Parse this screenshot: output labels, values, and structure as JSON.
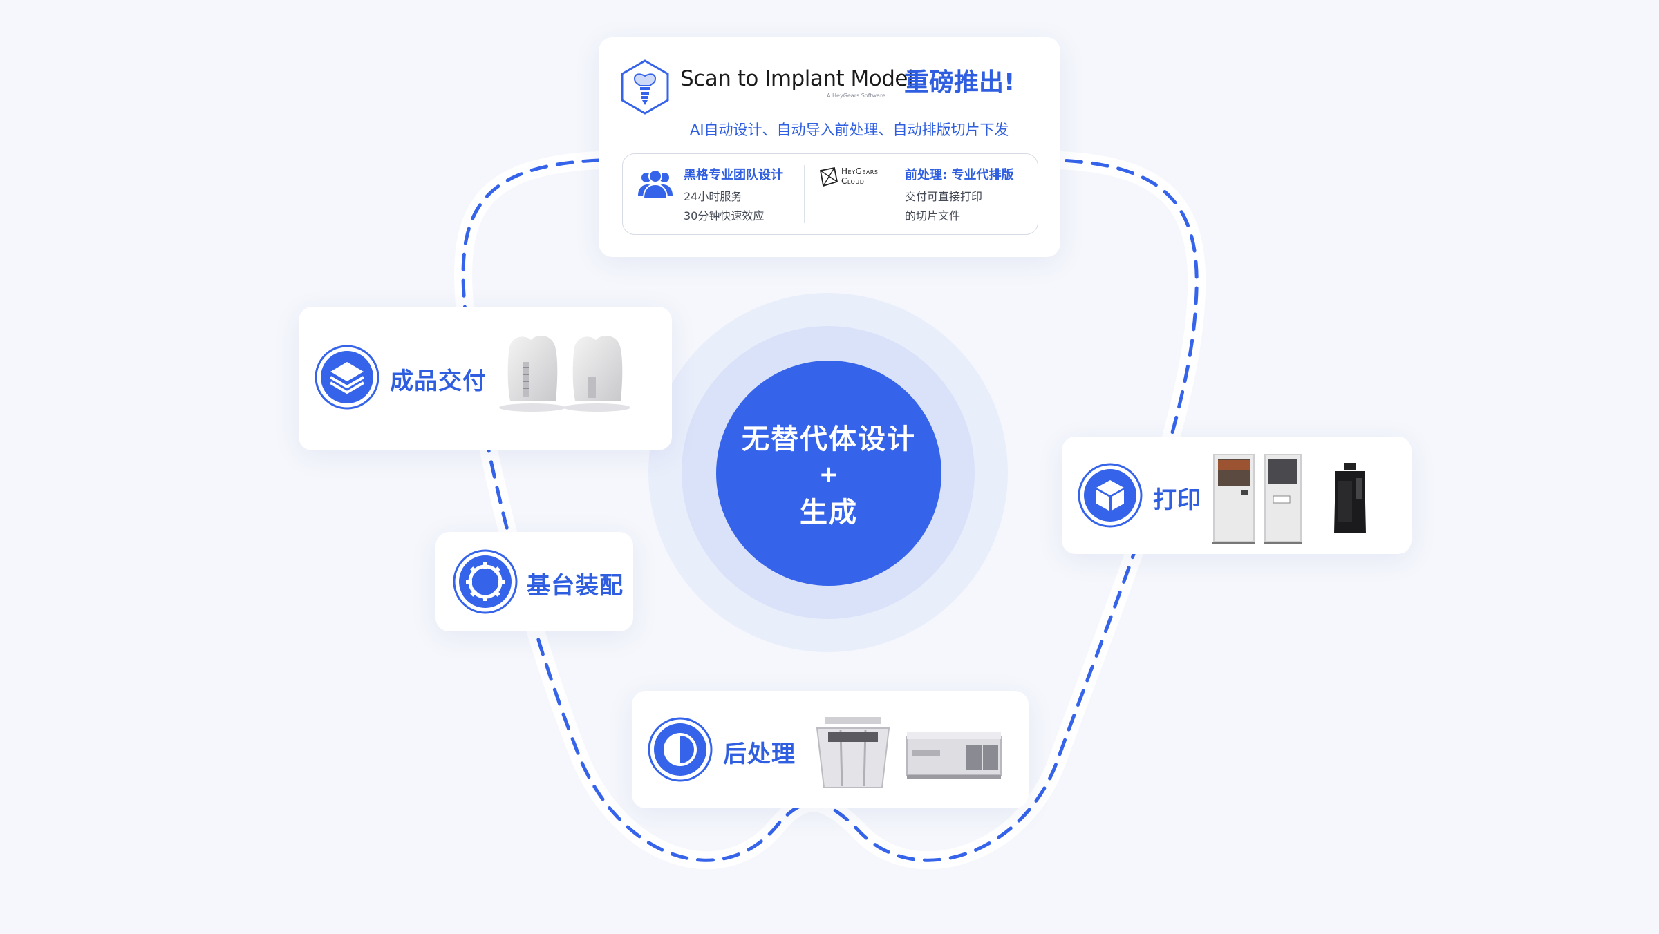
{
  "top_card": {
    "brand_title": "Scan to Implant Model",
    "brand_subtitle": "A HeyGears Software",
    "headline": "重磅推出!",
    "tagline": "AI自动设计、自动导入前处理、自动排版切片下发",
    "features": [
      {
        "title": "黑格专业团队设计",
        "lines": [
          "24小时服务",
          "30分钟快速效应"
        ],
        "icon": "team-icon"
      },
      {
        "logo_line1": "HeyGears",
        "logo_line2": "Cloud",
        "title": "前处理:  专业代排版",
        "lines": [
          "交付可直接打印",
          "的切片文件"
        ],
        "icon": "heygears-cloud-logo"
      }
    ]
  },
  "center": {
    "line1": "无替代体设计",
    "plus": "+",
    "line2": "生成"
  },
  "steps": {
    "delivery": {
      "label": "成品交付",
      "icon": "layers-icon"
    },
    "assembly": {
      "label": "基台装配",
      "icon": "gear-icon"
    },
    "print": {
      "label": "打印",
      "icon": "cube-icon"
    },
    "post": {
      "label": "后处理",
      "icon": "half-circle-icon"
    }
  },
  "colors": {
    "accent": "#3563e9",
    "text_blue": "#2f5fe0",
    "background": "#f5f7fc"
  }
}
